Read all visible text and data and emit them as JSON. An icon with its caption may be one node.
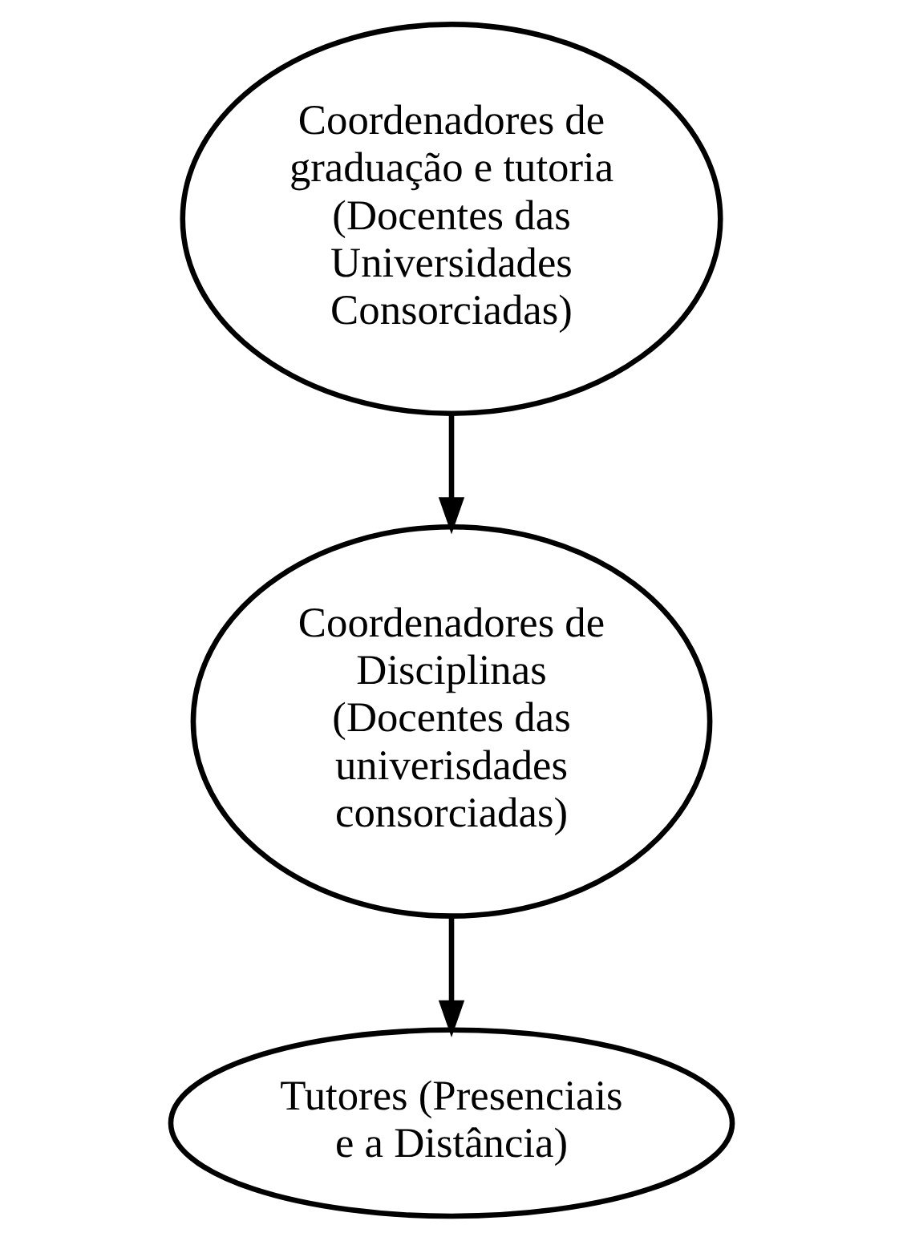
{
  "diagram": {
    "nodes": [
      {
        "text": [
          "Coordenadores de graduação e tutoria (Docentes das Universidades Consorciadas)"
        ]
      },
      {
        "text": [
          "Coordenadores de Disciplinas (Docentes das univerisdades consorciadas)"
        ]
      },
      {
        "text": [
          "Tutores (Presenciais e a Distância)"
        ]
      }
    ],
    "edges": [
      {
        "from": 0,
        "to": 1,
        "arrow": "to"
      },
      {
        "from": 1,
        "to": 2,
        "arrow": "to"
      }
    ]
  }
}
